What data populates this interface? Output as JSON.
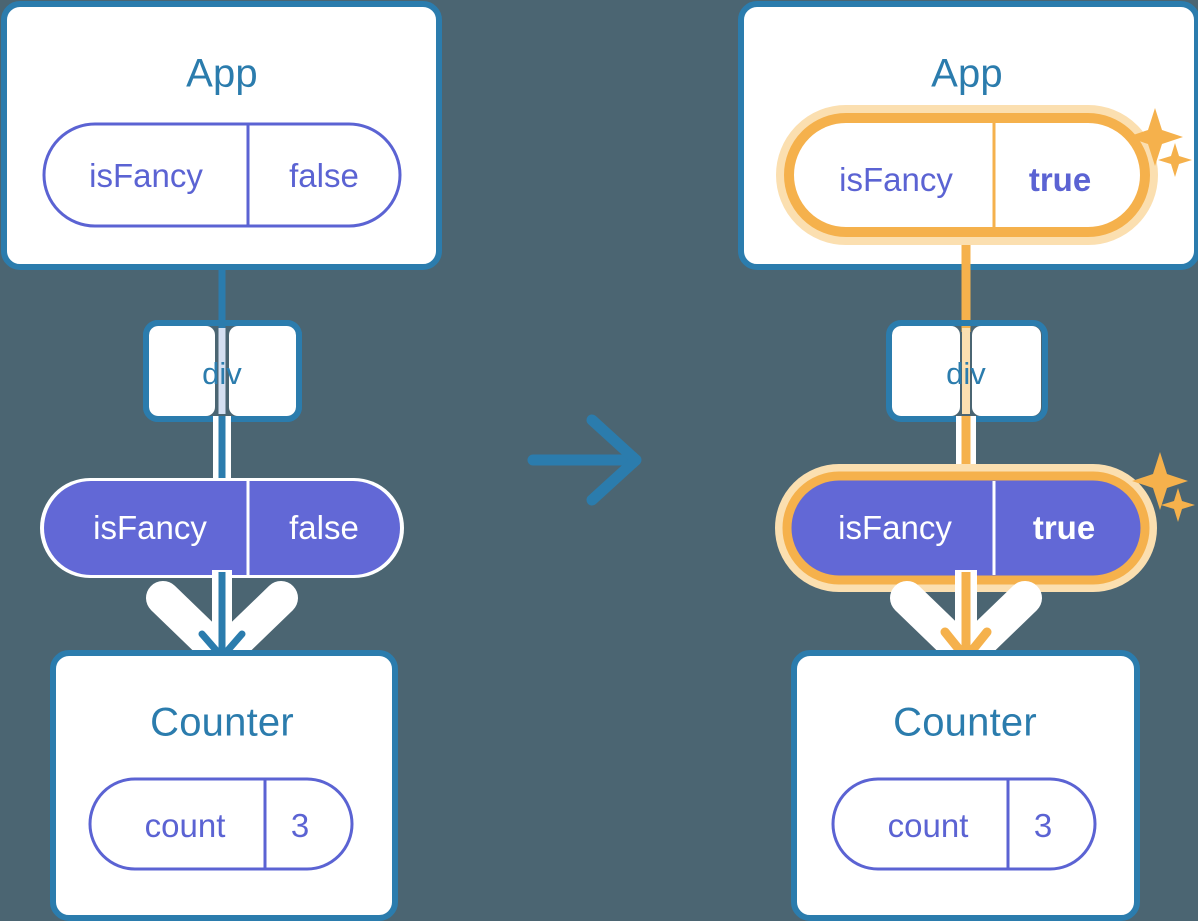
{
  "meta": {
    "title": "React state update propagation diagram",
    "background_color": "#4b6572"
  },
  "palette": {
    "blue": "#2b7cad",
    "purple_border": "#5b63d3",
    "purple_fill": "#6268d6",
    "orange": "#f5b14c",
    "orange_glow": "#fbdfb0",
    "white": "#ffffff",
    "line_light_blue": "#d5dff1"
  },
  "panels": {
    "before": {
      "name": "before-panel",
      "app": {
        "title": "App",
        "pill": {
          "key": "isFancy",
          "value": "false",
          "style": "outline",
          "highlighted": false
        }
      },
      "div": {
        "label": "div"
      },
      "prop_pill": {
        "key": "isFancy",
        "value": "false",
        "style": "filled",
        "highlighted": false
      },
      "counter": {
        "title": "Counter",
        "pill": {
          "key": "count",
          "value": "3",
          "style": "outline",
          "highlighted": false
        }
      },
      "sparkles": false
    },
    "after": {
      "name": "after-panel",
      "app": {
        "title": "App",
        "pill": {
          "key": "isFancy",
          "value": "true",
          "style": "outline",
          "highlighted": true
        }
      },
      "div": {
        "label": "div"
      },
      "prop_pill": {
        "key": "isFancy",
        "value": "true",
        "style": "filled",
        "highlighted": true
      },
      "counter": {
        "title": "Counter",
        "pill": {
          "key": "count",
          "value": "3",
          "style": "outline",
          "highlighted": false
        }
      },
      "sparkles": true
    }
  },
  "transition": {
    "name": "transition-arrow",
    "direction": "right",
    "color": "#2b7cad"
  }
}
